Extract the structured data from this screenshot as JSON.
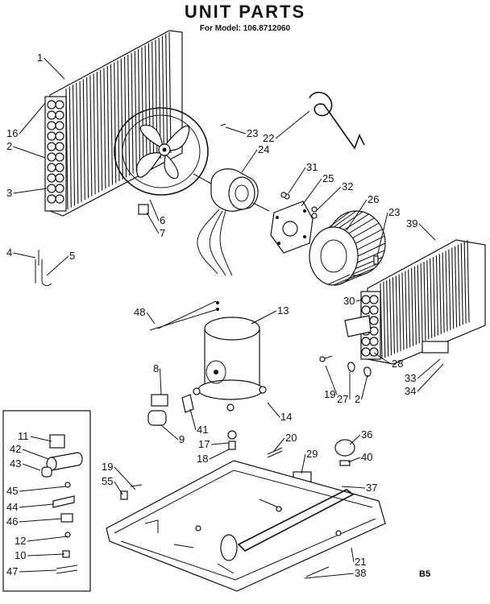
{
  "title": "UNIT PARTS",
  "subtitle": "For Model: 106.8712060",
  "corner_code": "B5",
  "callouts": [
    "1",
    "16",
    "2",
    "3",
    "4",
    "5",
    "6",
    "7",
    "23",
    "22",
    "24",
    "31",
    "25",
    "32",
    "26",
    "23",
    "39",
    "30",
    "48",
    "13",
    "28",
    "33",
    "34",
    "19",
    "27",
    "2",
    "8",
    "41",
    "9",
    "14",
    "17",
    "18",
    "20",
    "36",
    "40",
    "29",
    "37",
    "11",
    "42",
    "43",
    "45",
    "44",
    "46",
    "12",
    "10",
    "47",
    "19",
    "55",
    "21",
    "38"
  ]
}
